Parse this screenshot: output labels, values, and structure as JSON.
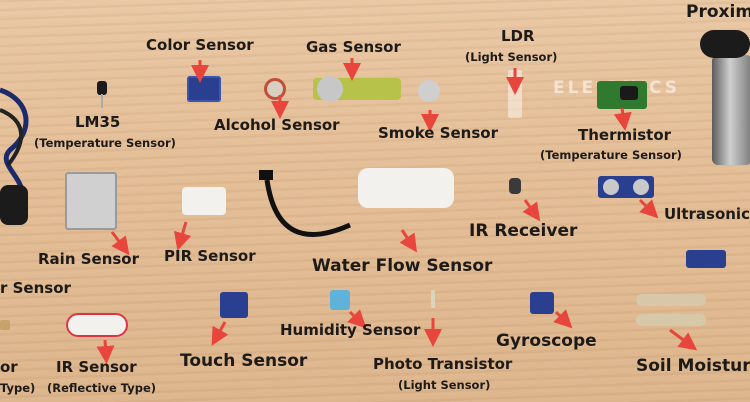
{
  "labels": {
    "proximity": "Proxim",
    "color_sensor": "Color Sensor",
    "gas_sensor": "Gas Sensor",
    "ldr": "LDR",
    "ldr_sub": "(Light Sensor)",
    "lm35": "LM35",
    "lm35_sub": "(Temperature Sensor)",
    "alcohol_sensor": "Alcohol Sensor",
    "smoke_sensor": "Smoke Sensor",
    "thermistor": "Thermistor",
    "thermistor_sub": "(Temperature Sensor)",
    "ultrasonic": "Ultrasonic",
    "ir_receiver": "IR Receiver",
    "rain_sensor": "Rain Sensor",
    "pir_sensor": "PIR Sensor",
    "water_flow_sensor": "Water Flow Sensor",
    "left_sensor_partial": "r Sensor",
    "ir_sensor": "IR Sensor",
    "ir_sensor_sub": "(Reflective Type)",
    "left_or_partial": "or",
    "left_type_partial": "Type)",
    "touch_sensor": "Touch Sensor",
    "humidity_sensor": "Humidity Sensor",
    "photo_transistor": "Photo Transistor",
    "photo_transistor_sub": "(Light Sensor)",
    "gyroscope": "Gyroscope",
    "soil_moisture": "Soil Moisture"
  },
  "watermark": "ELE   ONICS",
  "colors": {
    "arrow": "#e8453c",
    "pcb_blue": "#2a3f8f",
    "pcb_green": "#2f7a2f",
    "sensor_white": "#f2f1ee"
  }
}
